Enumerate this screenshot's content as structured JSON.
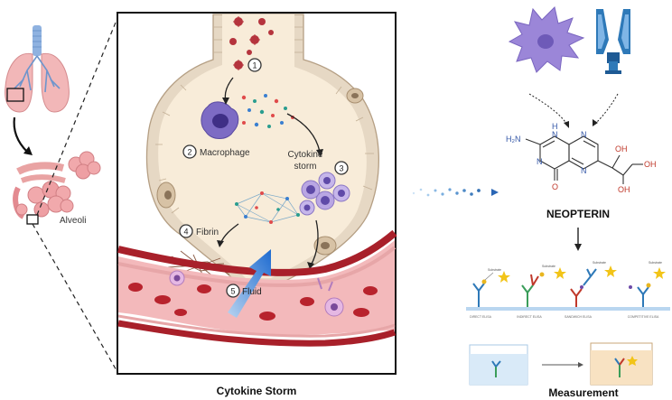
{
  "left_panel": {
    "alveoli_label": "Alveoli"
  },
  "center_panel": {
    "title": "Cytokine Storm",
    "steps": [
      {
        "number": "1",
        "label": ""
      },
      {
        "number": "2",
        "label": "Macrophage"
      },
      {
        "number": "3",
        "label": "Cytokine storm"
      },
      {
        "number": "4",
        "label": "Fibrin"
      },
      {
        "number": "5",
        "label": "Fluid"
      }
    ],
    "cytokine_line1": "Cytokine",
    "cytokine_line2": "storm"
  },
  "right_panel": {
    "molecule": {
      "name": "NEOPTERIN",
      "atoms": {
        "h2n": "H₂N",
        "n1": "N",
        "h": "H",
        "n2": "N",
        "n3": "N",
        "n4": "N",
        "o": "O",
        "oh1": "OH",
        "oh2": "OH",
        "oh3": "OH"
      }
    },
    "assay_labels": [
      "DIRECT ELISA",
      "INDIRECT ELISA",
      "SANDWICH ELISA",
      "COMPETITIVE ELISA"
    ],
    "substrate_label": "Substrate",
    "measurement_label": "Measurement"
  },
  "colors": {
    "vessel_dark": "#a8202a",
    "vessel_wall": "#e7a6a8",
    "alveolus_fill": "#f8ecd9",
    "macrophage": "#7d6bc4",
    "arrow_blue": "#3a7fd0",
    "dendritic": "#9b86d8",
    "antibody": "#2e79b8"
  }
}
